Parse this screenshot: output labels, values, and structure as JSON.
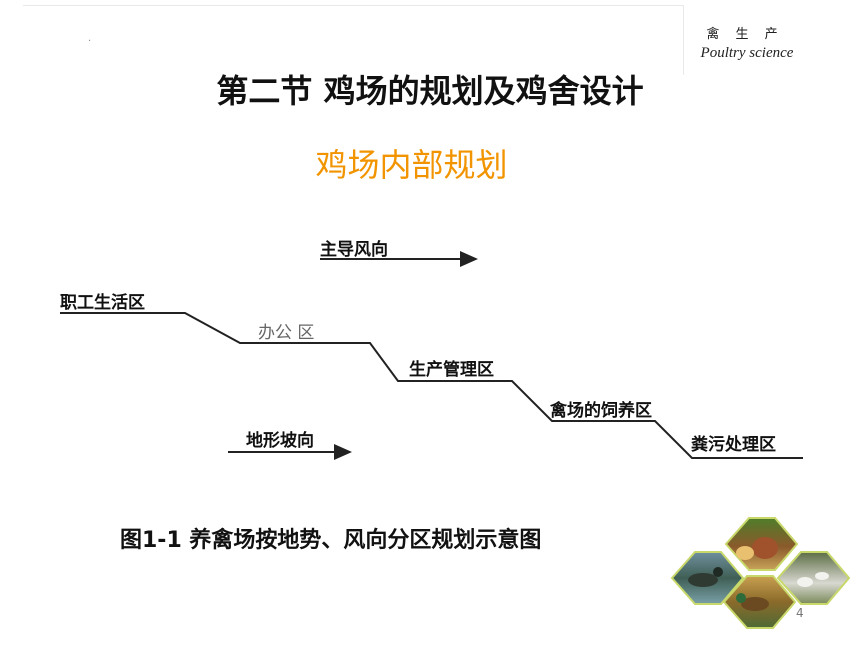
{
  "header": {
    "course_cn": "禽 生 产",
    "course_en": "Poultry science",
    "dot": "."
  },
  "title": "第二节  鸡场的规划及鸡舍设计",
  "subtitle": "鸡场内部规划",
  "diagram": {
    "wind_label": "主导风向",
    "slope_label": "地形坡向",
    "zones": [
      "职工生活区",
      "办公 区",
      "生产管理区",
      "禽场的饲养区",
      "粪污处理区"
    ]
  },
  "caption": "图1-1 养禽场按地势、风向分区规划示意图",
  "page_number": "4",
  "colors": {
    "accent": "#f29400",
    "hex_border": "#c8d86a"
  },
  "photos": [
    "chickens-photo",
    "ducks-photo",
    "geese-photo",
    "mallard-photo"
  ]
}
